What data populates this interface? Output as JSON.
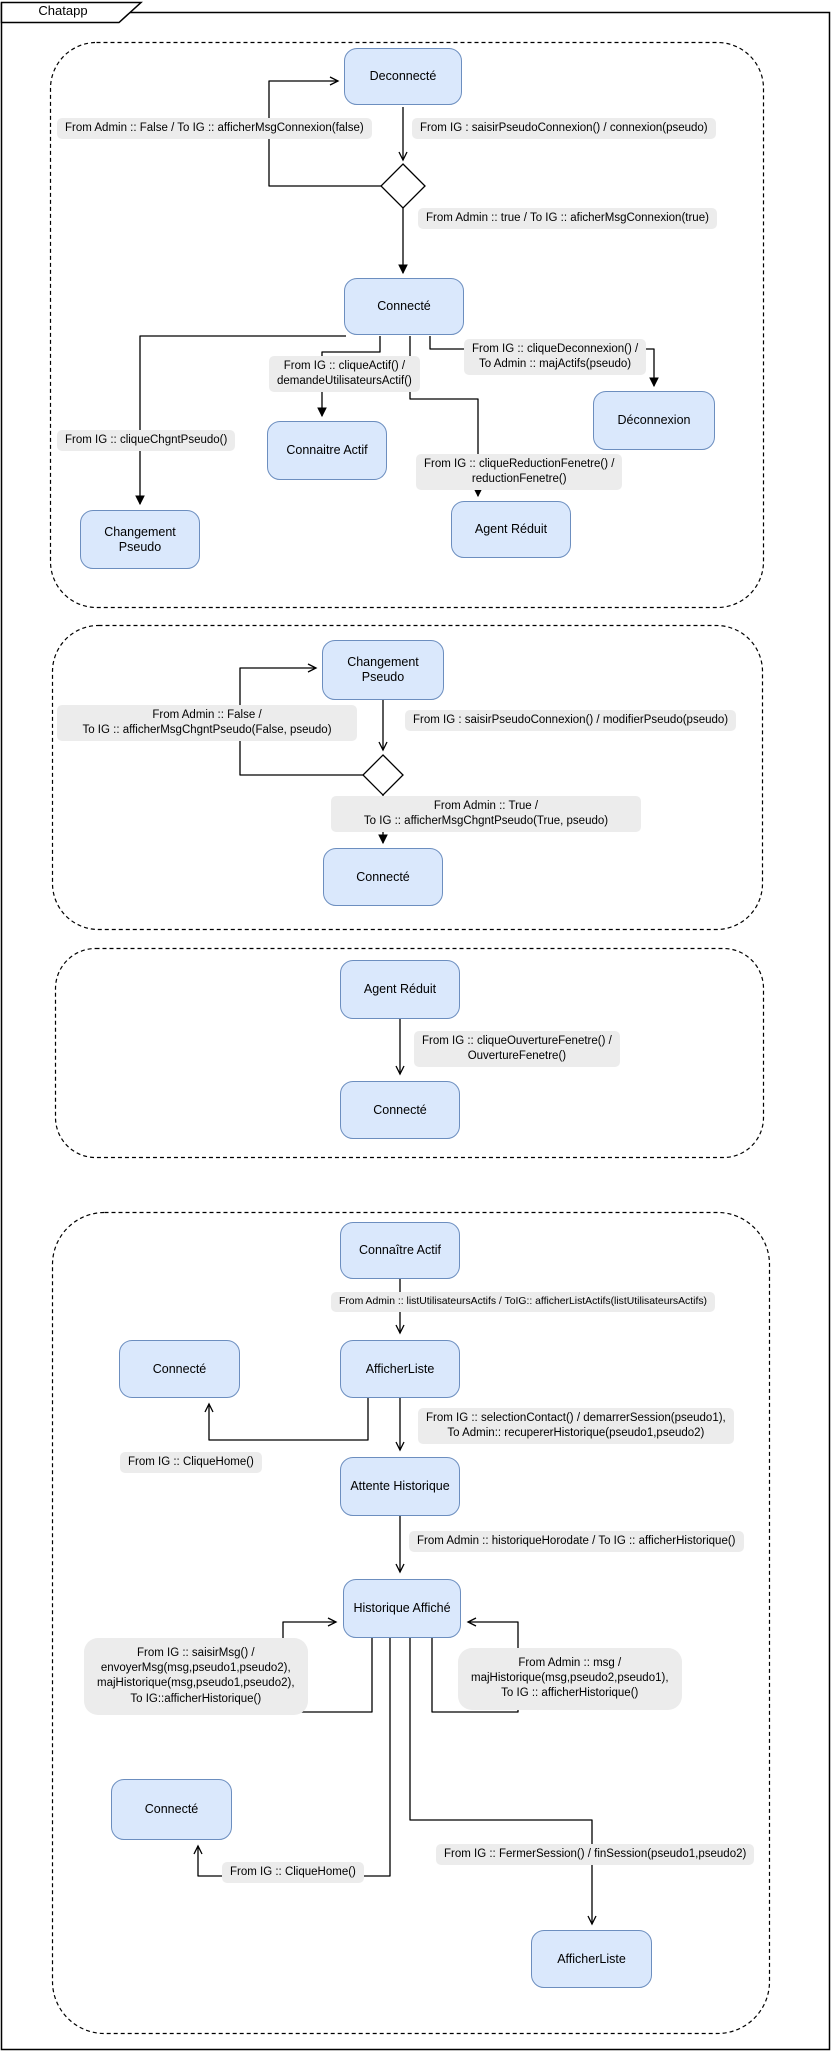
{
  "frame": {
    "title": "Chatapp"
  },
  "colors": {
    "state_fill": "#dae8fc",
    "state_border": "#6c8ebf",
    "label_bg": "#ececec",
    "line": "#000000"
  },
  "sections": {
    "connexion": {
      "states": {
        "deconnecte": "Deconnecté",
        "connecte": "Connecté",
        "connaitreActif": "Connaitre Actif",
        "deconnexion": "Déconnexion",
        "changementPseudo": "Changement Pseudo",
        "agentReduit": "Agent Réduit"
      },
      "transitions": {
        "adminFalse": "From Admin :: False  / To IG :: afficherMsgConnexion(false)",
        "saisirPseudo": "From IG : saisirPseudoConnexion() / connexion(pseudo)",
        "adminTrue": "From Admin :: true  / To IG :: aficherMsgConnexion(true)",
        "cliqueActif": "From IG :: cliqueActif() /\ndemandeUtilisateursActif()",
        "cliqueDeconnexion": "From IG :: cliqueDeconnexion() /\nTo Admin :: majActifs(pseudo)",
        "cliqueChgntPseudo": "From IG :: cliqueChgntPseudo()",
        "cliqueReductionFenetre": "From IG :: cliqueReductionFenetre() /\nreductionFenetre()"
      }
    },
    "changementPseudo": {
      "states": {
        "changementPseudo": "Changement Pseudo",
        "connecte": "Connecté"
      },
      "transitions": {
        "adminFalse": "From Admin :: False /\nTo IG :: afficherMsgChgntPseudo(False, pseudo)",
        "saisirPseudo": "From IG : saisirPseudoConnexion() / modifierPseudo(pseudo)",
        "adminTrue": "From Admin :: True /\nTo IG :: afficherMsgChgntPseudo(True, pseudo)"
      }
    },
    "agentReduit": {
      "states": {
        "agentReduit": "Agent Réduit",
        "connecte": "Connecté"
      },
      "transitions": {
        "cliqueOuvertureFenetre": "From IG :: cliqueOuvertureFenetre() /\nOuvertureFenetre()"
      }
    },
    "historique": {
      "states": {
        "connaitreActif": "Connaître Actif",
        "connecte1": "Connecté",
        "afficherListe1": "AfficherListe",
        "attenteHistorique": "Attente Historique",
        "historiqueAffiche": "Historique Affiché",
        "connecte2": "Connecté",
        "afficherListe2": "AfficherListe"
      },
      "transitions": {
        "listUtilisateurs": "From Admin :: listUtilisateursActifs / ToIG:: afficherListActifs(listUtilisateursActifs)",
        "selectionContact": "From IG :: selectionContact() / demarrerSession(pseudo1),\nTo Admin:: recupererHistorique(pseudo1,pseudo2)",
        "cliqueHome1": "From IG :: CliqueHome()",
        "historiqueHorodate": "From Admin :: historiqueHorodate / To IG :: afficherHistorique()",
        "saisirMsg": "From IG :: saisirMsg() /\nenvoyerMsg(msg,pseudo1,pseudo2),\nmajHistorique(msg,pseudo1,pseudo2),\nTo IG::afficherHistorique()",
        "adminMsg": "From Admin :: msg /\nmajHistorique(msg,pseudo2,pseudo1),\nTo IG :: afficherHistorique()",
        "cliqueHome2": "From IG :: CliqueHome()",
        "fermerSession": "From IG :: FermerSession() / finSession(pseudo1,pseudo2)"
      }
    }
  }
}
